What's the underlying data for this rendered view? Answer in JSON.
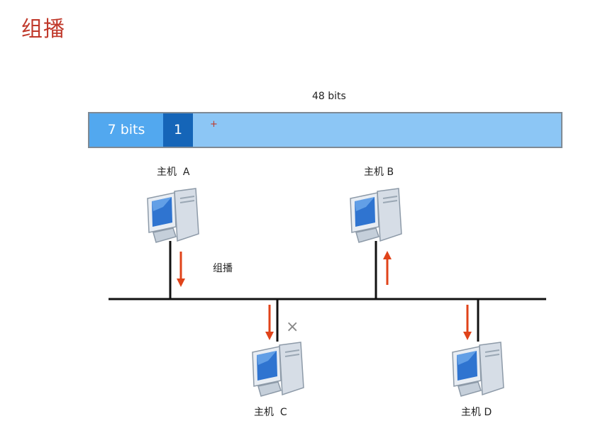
{
  "title": "组播",
  "frame": {
    "total_bits": "48 bits",
    "segment_first": "7 bits",
    "segment_flag": "1",
    "cursor_mark": "+"
  },
  "hosts": [
    {
      "label": "主机  A",
      "icon": "computer-icon"
    },
    {
      "label": "主机 B",
      "icon": "computer-icon"
    },
    {
      "label": "主机  C",
      "icon": "computer-icon"
    },
    {
      "label": "主机 D",
      "icon": "computer-icon"
    }
  ],
  "network": {
    "multicast_label": "组播",
    "rejected_mark": "×"
  },
  "colors": {
    "title": "#c0392b",
    "arrow": "#e0431a",
    "bar_light": "#8cc6f5",
    "bar_mid": "#52a8ef",
    "bar_dark": "#1565b8",
    "line": "#111111"
  }
}
